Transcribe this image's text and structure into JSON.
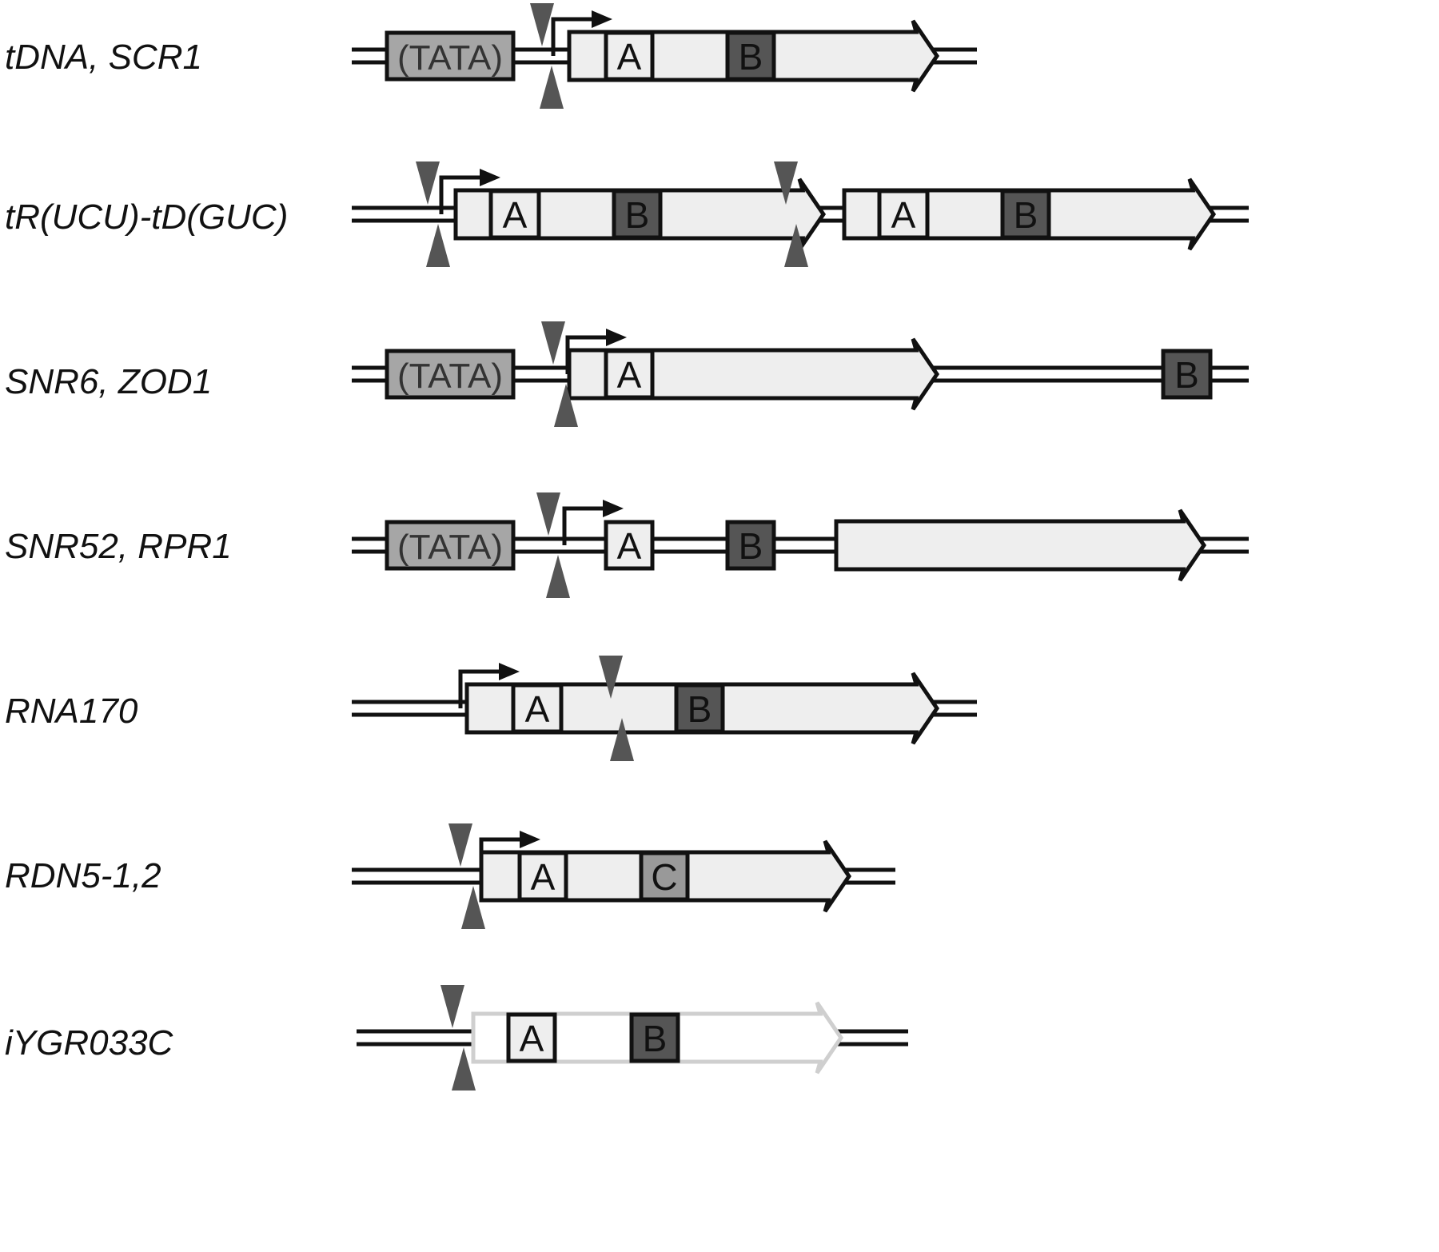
{
  "rows": [
    {
      "label": "tDNA, SCR1"
    },
    {
      "label": "tR(UCU)-tD(GUC)"
    },
    {
      "label": "SNR6, ZOD1"
    },
    {
      "label": "SNR52, RPR1"
    },
    {
      "label": "RNA170"
    },
    {
      "label": "RDN5-1,2"
    },
    {
      "label": "iYGR033C"
    }
  ],
  "elements": {
    "tata": "(TATA)",
    "a": "A",
    "b": "B",
    "c": "C"
  },
  "colors": {
    "line": "#111111",
    "gene_fill": "#eeeeee",
    "box_a": "#eeeeee",
    "box_b": "#555555",
    "box_c": "#999999",
    "tata": "#a6a6a6",
    "marker": "#555555",
    "faded_outline": "#cfcfcf"
  }
}
